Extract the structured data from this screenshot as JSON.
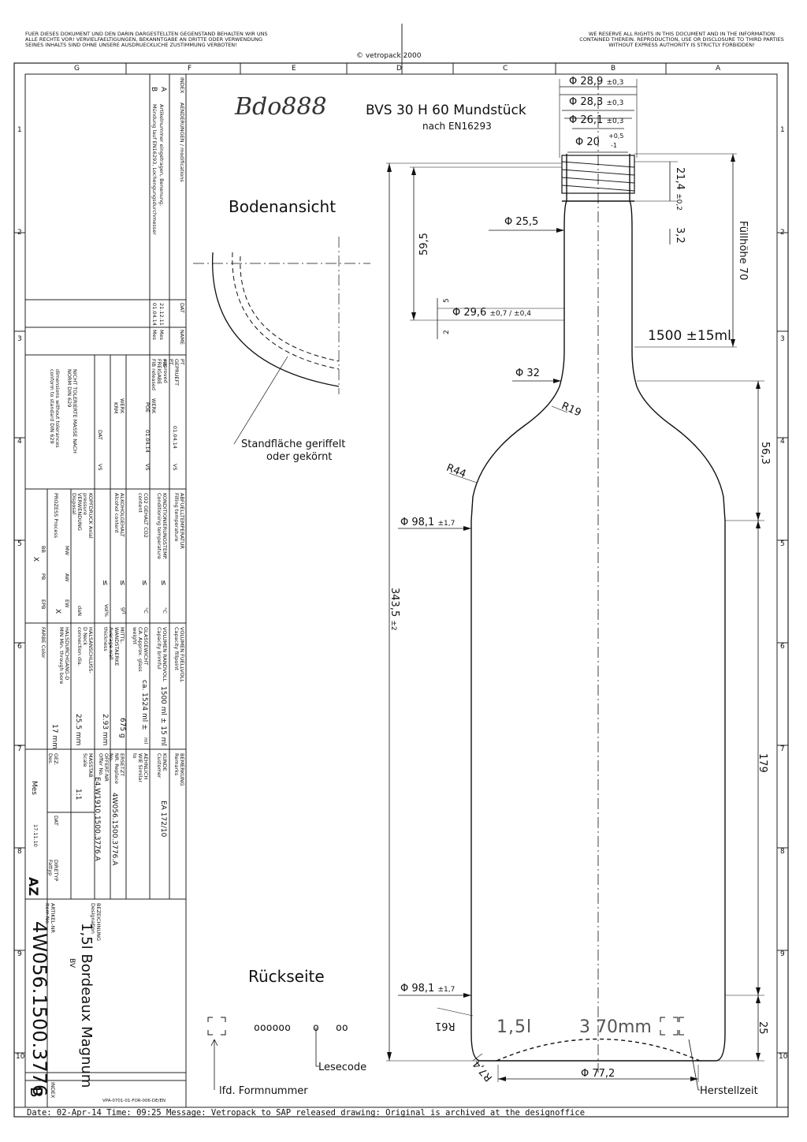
{
  "header": {
    "left_notice": "FUER DIESES DOKUMENT UND DEN DARIN DARGESTELLTEN GEGENSTAND BEHALTEN WIR UNS ALLE RECHTE VOR! VERVIELFAELTIGUNGEN, BEKANNTGABE AN DRITTE ODER VERWENDUNG SEINES INHALTS SIND OHNE UNSERE AUSDRUECKLICHE ZUSTIMMUNG VERBOTEN!",
    "copyright": "© vetropack 2000",
    "right_notice": "WE RESERVE ALL RIGHTS IN THIS DOCUMENT AND IN THE INFORMATION CONTAINED THEREIN. REPRODUCTION, USE OR DISCLOSURE TO THIRD PARTIES WITHOUT EXPRESS AUTHORITY IS STRICTLY FORBIDDEN!"
  },
  "grid": {
    "columns": [
      "G",
      "F",
      "E",
      "D",
      "C",
      "B",
      "A"
    ],
    "rows": [
      "1",
      "2",
      "3",
      "4",
      "5",
      "6",
      "7",
      "8",
      "9",
      "10"
    ]
  },
  "drawing": {
    "handwritten_ref": "Bdo888",
    "title": "BVS 30 H 60 Mundstück",
    "subtitle": "nach EN16293",
    "bottom_view_label": "Bodenansicht",
    "standing_surface_line1": "Standfläche geriffelt",
    "standing_surface_line2": "oder gekörnt",
    "back_side_label": "Rückseite",
    "read_code_label": "Lesecode",
    "mould_number_label": "lfd. Formnummer",
    "production_time_label": "Herstellzeit",
    "embossing": "1,5l",
    "embossing_height": "3 70mm",
    "read_code_dots": "oooooo",
    "read_code_dots_b": "o",
    "read_code_dots_c": "oo"
  },
  "dimensions": {
    "d_top_outer": "Φ 28,9",
    "d_top_outer_tol": "±0,3",
    "d_thread": "Φ 28,3",
    "d_thread_tol": "±0,3",
    "d_inner": "Φ 26,1",
    "d_inner_tol": "±0,3",
    "d_bore": "Φ 20",
    "d_bore_tol_up": "+0,5",
    "d_bore_tol_dn": "-1",
    "h_finish": "21,4",
    "h_finish_tol": "±0,2",
    "h_bead": "3,2",
    "d_neck": "Φ 25,5",
    "fill_height": "Füllhöhe 70",
    "h_neck": "59,5",
    "h_5": "5",
    "h_2": "2",
    "d_neck_low": "Φ 29,6",
    "d_neck_low_tol": "±0,7 / ±0,4",
    "volume": "1500 ±15ml",
    "d_shoulder_top": "Φ 32",
    "r_shoulder_small": "R19",
    "r_shoulder_big": "R44",
    "h_shoulder": "56,3",
    "d_body": "Φ 98,1",
    "d_body_tol": "±1,7",
    "h_total": "343,5",
    "h_total_tol": "±2",
    "h_body": "179",
    "d_body_low": "Φ 98,1",
    "d_body_low_tol": "±1,7",
    "r_heel": "R61",
    "r_base": "R7,4",
    "h_heel": "25",
    "d_base": "Φ 77,2"
  },
  "title_block": {
    "index_header": "INDEX",
    "changes_header": "AENDERUNGEN / modifications",
    "date_header": "DAT",
    "name_header": "NAME",
    "rev_a_index": "A",
    "rev_a_text": "Artikelnummer eingetragen, Benenung.",
    "rev_a_date": "21.12.11",
    "rev_a_name": "Mes",
    "rev_b_index": "B",
    "rev_b_text": "Mündung lauf EN16293, Lochengungsdurchmesser",
    "rev_b_date": "01.04.14",
    "rev_b_name": "Mes",
    "checked": "PT GEPRUEFT PT approved",
    "checked_date": "01.04.14",
    "checked_vs": "VS",
    "release": "FIB FREIGABE FIB released",
    "werk": "WERK",
    "werk_poe": "POE",
    "werk_date": "01.04.14",
    "werk_vs": "VS",
    "werk_krm": "KRM",
    "krm_date": "DAT",
    "krm_vs": "VS",
    "tol_note_de": "NICHT TOLERIERTE MASSE NACH NORM DIN 629",
    "tol_note_en": "dimensions without tolerances conform to standard DIN 629",
    "fill_temp": "ABFUELLTEMPERATUR Filling temperature",
    "fill_temp_val": "≤",
    "fill_temp_unit": "°C",
    "cond_temp": "KONDITIONIERUNGSTEMP. Conditioning temperature",
    "cond_temp_val": "≤",
    "cond_temp_unit": "°C",
    "co2": "CO2 GEHALT CO2 content",
    "co2_val": "≤",
    "co2_unit": "g/l",
    "alcohol": "ALKOHOLGEHALT Alcohol content",
    "alcohol_val": "≤",
    "alcohol_unit": "Vol%",
    "head_pressure": "KOPFDRUCK Axial pressure",
    "head_pressure_unit": "daN",
    "use": "VERWENDUNG Disposal",
    "use_mw": "MW",
    "use_aw": "AW",
    "use_ew": "EW",
    "use_ew_x": "X",
    "process": "PROZESS Process",
    "process_bb": "BB",
    "process_pb": "PB",
    "process_epb": "EPB",
    "process_x": "X",
    "capacity": "VOLUMEN FUELLVOLL Capacity fillpoint",
    "capacity_val": "1500 ml ± 15 ml",
    "brimful": "VOLUMEN RANDVOLL Capacity brimful",
    "brimful_val": "ca. 1524 ml ±",
    "brimful_unit": "ml",
    "glass_weight": "GLASGEWICHT CA. Approx. glass weight",
    "glass_weight_val": "675 g",
    "wall": "MITTL. WANDSTAERKE Average wall thickness",
    "wall_val": "2.93 mm",
    "neck_conn": "HALSANSCHLUSS-D Neck connection dia.",
    "neck_conn_val": "25.5 mm",
    "min_bore": "HALSDURCHGANG-D MIN Min. through bore",
    "min_bore_val": "17 mm",
    "color": "FARBE Color",
    "remarks": "BEMERKUNG Remarks",
    "remarks_val": "EA 172/10",
    "customer": "KUNDE Customer",
    "similar": "AEHNLICH WIE Similar to",
    "replace": "ERSETZT NR. Replace No.",
    "replace_val": "4W056.1500.3776.A",
    "offer": "OFFERT-NR Offer No.",
    "offer_val": "E4.W1910.1500.3776.A",
    "scale": "MASSTAB Scale",
    "scale_val": "1:1",
    "drawn": "GEZ. Des.",
    "drawn_name": "Mes",
    "drawn_date_h": "DAT",
    "drawn_date": "17.11.10",
    "dir_type": "DIRETYP Fattyp",
    "dir_type_val": "AZ",
    "designation": "BEZEICHNUNG Designation",
    "designation_val": "1,5l Bordeaux Magnum",
    "designation_sub": "BV",
    "article": "ARTIKEL-NR Item No.",
    "article_val": "4W056.1500.3776",
    "index_label": "INDEX",
    "index_val": "B",
    "form_code": "VPA-0701-01-FOR-006-DE/EN"
  },
  "footer": {
    "message": "Date: 02-Apr-14   Time: 09:25   Message: Vetropack to SAP released drawing: Original is archived at the designoffice"
  }
}
